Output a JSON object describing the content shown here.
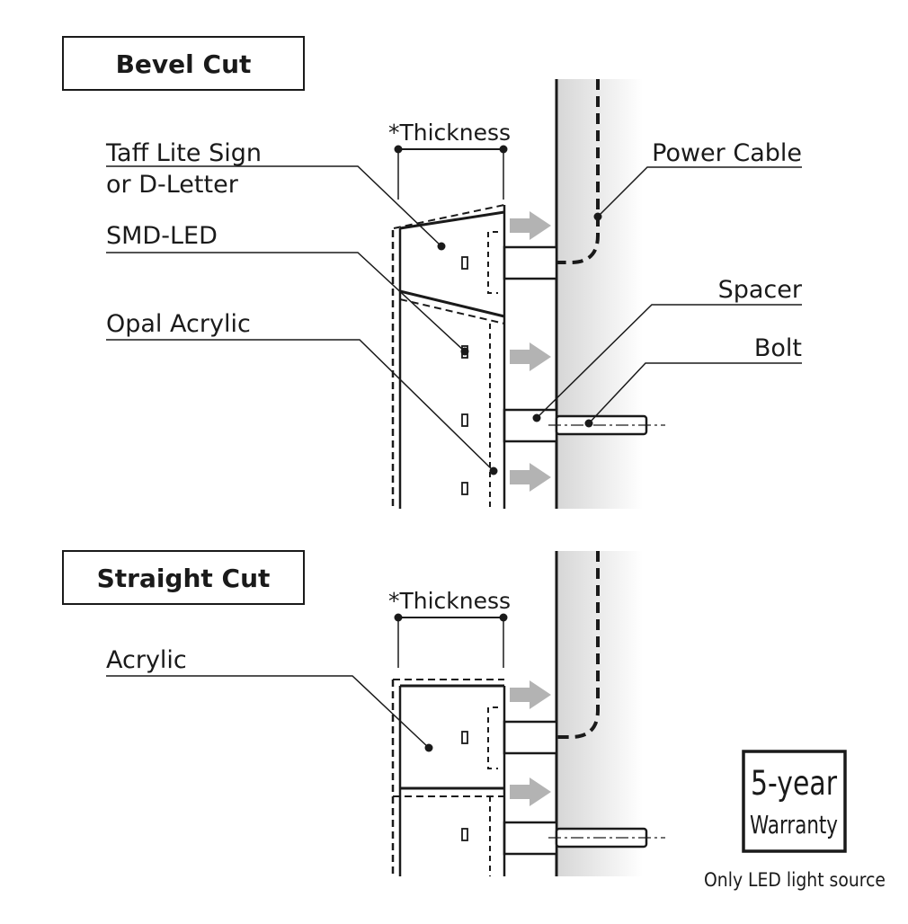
{
  "sections": {
    "bevel": {
      "title": "Bevel Cut",
      "thickness": "*Thickness",
      "labels": {
        "sign_line1": "Taff Lite Sign",
        "sign_line2": "or D-Letter",
        "smd_led": "SMD-LED",
        "opal_acrylic": "Opal Acrylic",
        "power_cable": "Power Cable",
        "spacer": "Spacer",
        "bolt": "Bolt"
      }
    },
    "straight": {
      "title": "Straight Cut",
      "thickness": "*Thickness",
      "labels": {
        "acrylic": "Acrylic"
      }
    }
  },
  "warranty": {
    "line1": "5-year",
    "line2": "Warranty",
    "note": "Only LED light source"
  },
  "colors": {
    "ink": "#1a1a1a",
    "arrow": "#b3b3b3",
    "wall_shade_start": "#d9d9d9",
    "wall_shade_end": "#ffffff"
  }
}
